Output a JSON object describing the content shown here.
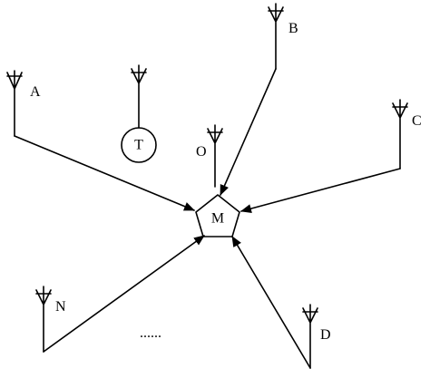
{
  "diagram": {
    "hub_label": "M",
    "node_t_label": "T",
    "ellipsis": "......",
    "antennas": {
      "A": "A",
      "B": "B",
      "C": "C",
      "D": "D",
      "N": "N",
      "O": "O"
    }
  }
}
